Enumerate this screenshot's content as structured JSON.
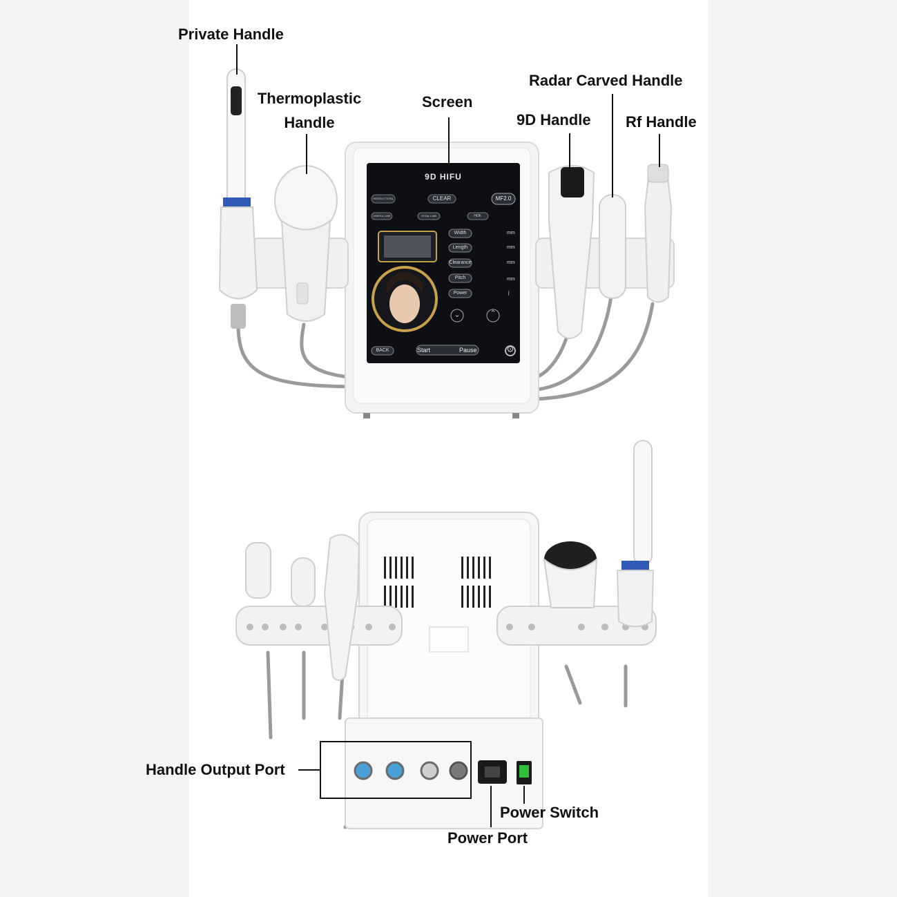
{
  "labels": {
    "private_handle": "Private Handle",
    "thermoplastic_line1": "Thermoplastic",
    "thermoplastic_line2": "Handle",
    "screen": "Screen",
    "radar_carved_handle": "Radar Carved Handle",
    "handle_9d": "9D Handle",
    "rf_handle": "Rf Handle",
    "handle_output_port": "Handle Output Port",
    "power_switch": "Power Switch",
    "power_port": "Power Port"
  },
  "screen_ui": {
    "title": "9D HIFU",
    "patient_total": "PATIENT TOTAL",
    "clear": "CLEAR",
    "mode": "MF2.0",
    "useful_line": "USEFUL LINE",
    "total_line": "TOTAL LINE",
    "hof": "HOF.",
    "params": [
      {
        "name": "Width",
        "unit": "mm"
      },
      {
        "name": "Length",
        "unit": "mm"
      },
      {
        "name": "Clearance",
        "unit": "mm"
      },
      {
        "name": "Pitch",
        "unit": "mm"
      },
      {
        "name": "Power",
        "unit": "j"
      }
    ],
    "back": "BACK",
    "start": "Start",
    "pause": "Pause"
  },
  "colors": {
    "background": "#f3f3f3",
    "panel": "#ffffff",
    "screen_bg": "#0d0f14",
    "gold": "#c9a14a",
    "handle_blue": "#2f59b5",
    "switch_green": "#2fbf3a"
  }
}
